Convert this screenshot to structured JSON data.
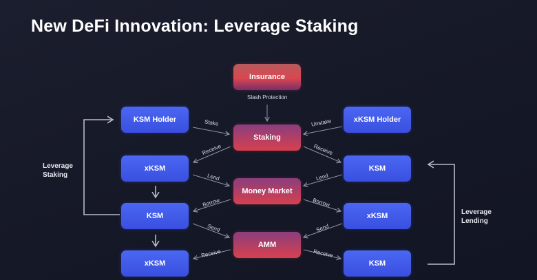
{
  "title": "New DeFi Innovation: Leverage Staking",
  "nodes": {
    "insurance": "Insurance",
    "staking": "Staking",
    "money_market": "Money Market",
    "amm": "AMM",
    "left": [
      "KSM Holder",
      "xKSM",
      "KSM",
      "xKSM"
    ],
    "right": [
      "xKSM Holder",
      "KSM",
      "xKSM",
      "KSM"
    ]
  },
  "edges": {
    "slash_protection": "Slash Protection",
    "stake": "Stake",
    "unstake": "Unstake",
    "receive_left_1": "Receive",
    "receive_right_1": "Receive",
    "lend_left": "Lend",
    "lend_right": "Lend",
    "borrow_left": "Borrow",
    "borrow_right": "Borrow",
    "send_left": "Send",
    "send_right": "Send",
    "receive_left_2": "Receive",
    "receive_right_2": "Receive"
  },
  "side_labels": {
    "leverage_staking": [
      "Leverage",
      "Staking"
    ],
    "leverage_lending": [
      "Leverage",
      "Lending"
    ]
  },
  "colors": {
    "background": "#161a29",
    "blue_node": "#4059e8",
    "red_node": "#d1404f",
    "line": "#8e92a4"
  }
}
